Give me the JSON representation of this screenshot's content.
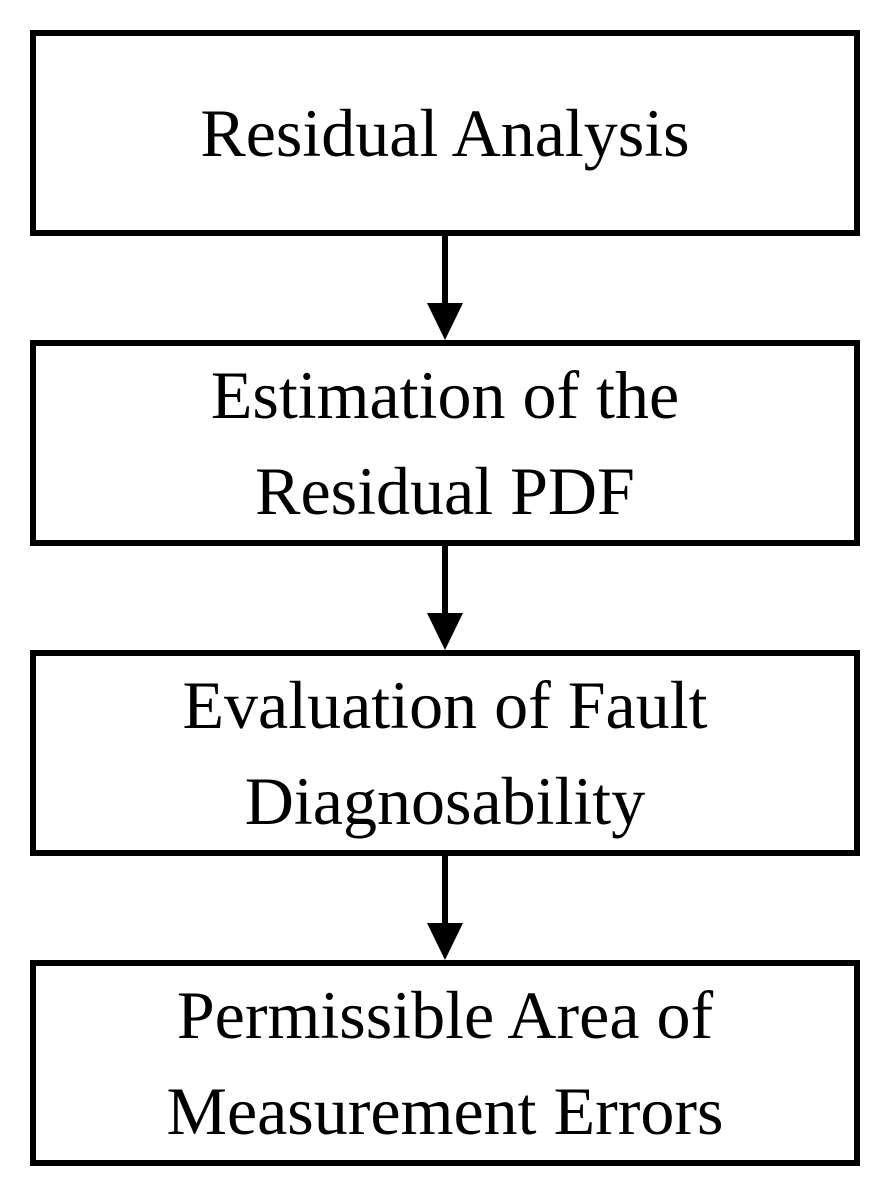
{
  "flowchart": {
    "steps": [
      {
        "lines": [
          "Residual Analysis"
        ]
      },
      {
        "lines": [
          "Estimation of the",
          "Residual PDF"
        ]
      },
      {
        "lines": [
          "Evaluation of Fault",
          "Diagnosability"
        ]
      },
      {
        "lines": [
          "Permissible Area of",
          "Measurement Errors"
        ]
      }
    ],
    "colors": {
      "stroke": "#000000",
      "background": "#ffffff"
    }
  }
}
